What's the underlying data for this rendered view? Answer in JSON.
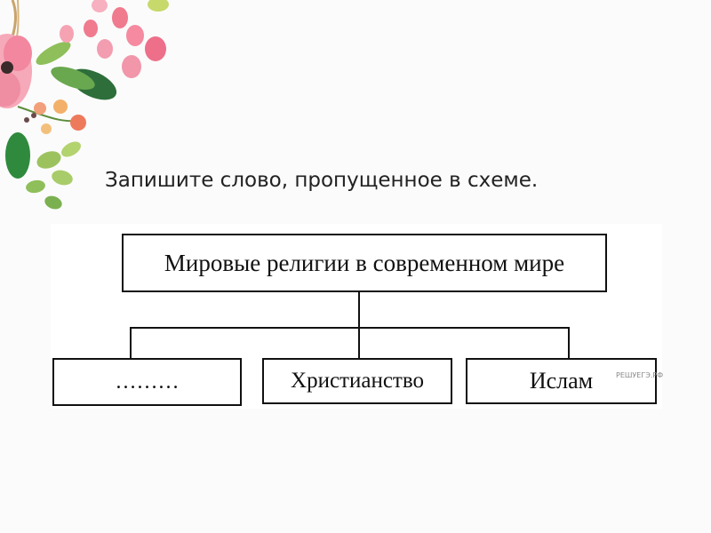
{
  "instruction": "Запишите слово, пропущенное в схеме.",
  "diagram": {
    "root": "Мировые религии в современном мире",
    "children": [
      "………",
      "Христианство",
      "Ислам"
    ]
  },
  "watermark": "РЕШУЕГЭ.РФ"
}
